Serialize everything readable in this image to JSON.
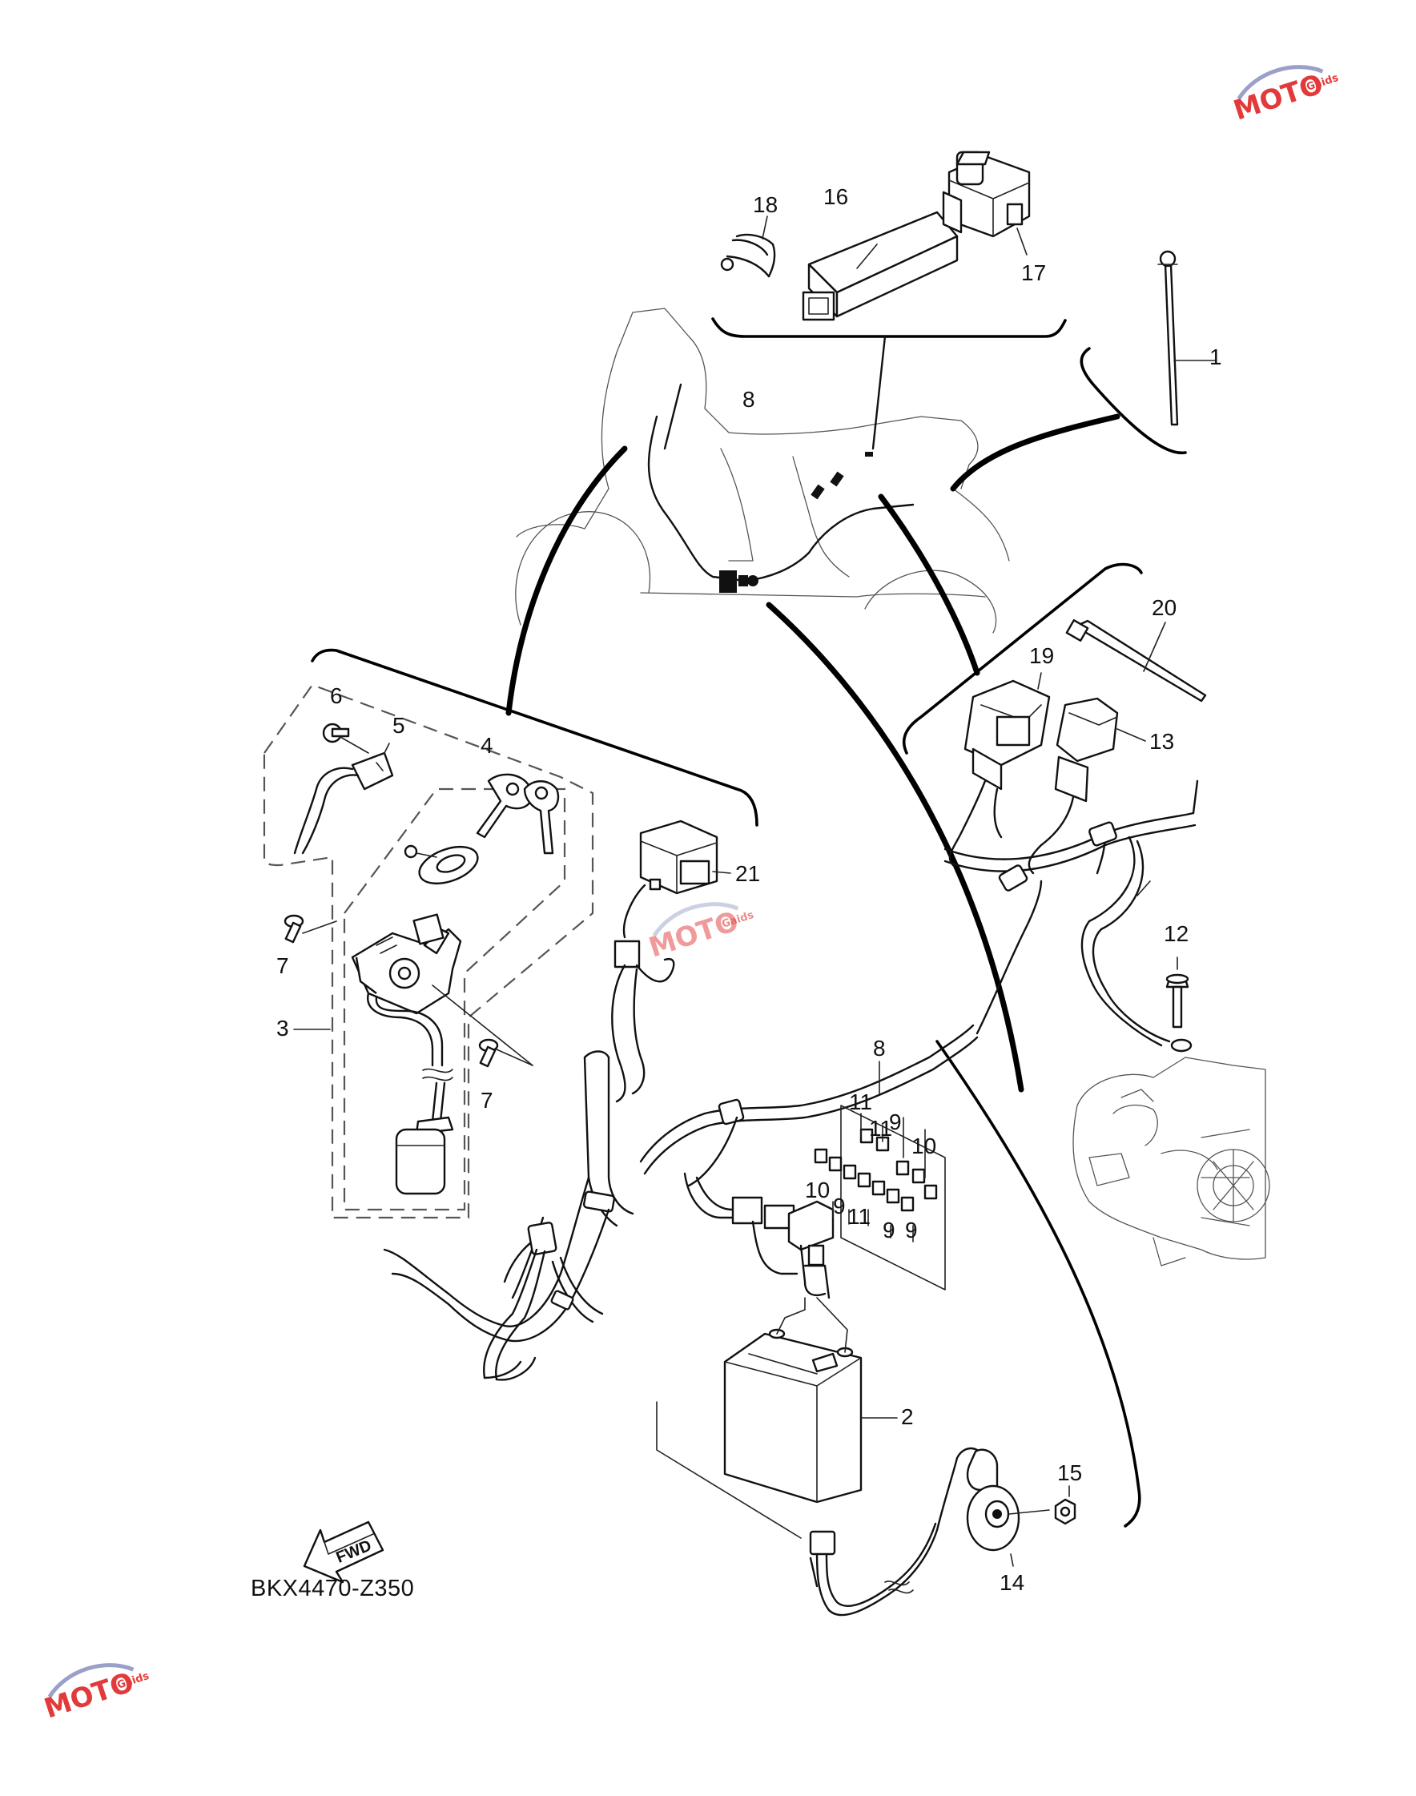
{
  "diagram": {
    "figure_code": "BKX4470-Z350",
    "fwd_label": "FWD",
    "callouts": [
      {
        "id": "1",
        "label": "1"
      },
      {
        "id": "2",
        "label": "2"
      },
      {
        "id": "3",
        "label": "3"
      },
      {
        "id": "4",
        "label": "4"
      },
      {
        "id": "5",
        "label": "5"
      },
      {
        "id": "6",
        "label": "6"
      },
      {
        "id": "7a",
        "label": "7"
      },
      {
        "id": "7b",
        "label": "7"
      },
      {
        "id": "8a",
        "label": "8"
      },
      {
        "id": "8b",
        "label": "8"
      },
      {
        "id": "9a",
        "label": "9"
      },
      {
        "id": "9b",
        "label": "9"
      },
      {
        "id": "9c",
        "label": "9"
      },
      {
        "id": "9d",
        "label": "9"
      },
      {
        "id": "10a",
        "label": "10"
      },
      {
        "id": "10b",
        "label": "10"
      },
      {
        "id": "11a",
        "label": "11"
      },
      {
        "id": "11b",
        "label": "11"
      },
      {
        "id": "11c",
        "label": "11"
      },
      {
        "id": "12",
        "label": "12"
      },
      {
        "id": "13",
        "label": "13"
      },
      {
        "id": "14",
        "label": "14"
      },
      {
        "id": "15",
        "label": "15"
      },
      {
        "id": "16",
        "label": "16"
      },
      {
        "id": "17",
        "label": "17"
      },
      {
        "id": "18",
        "label": "18"
      },
      {
        "id": "19",
        "label": "19"
      },
      {
        "id": "20",
        "label": "20"
      },
      {
        "id": "21",
        "label": "21"
      }
    ]
  },
  "watermark": {
    "brand": "MOTO",
    "sub": "Gaids",
    "color": "#e23a3a"
  }
}
